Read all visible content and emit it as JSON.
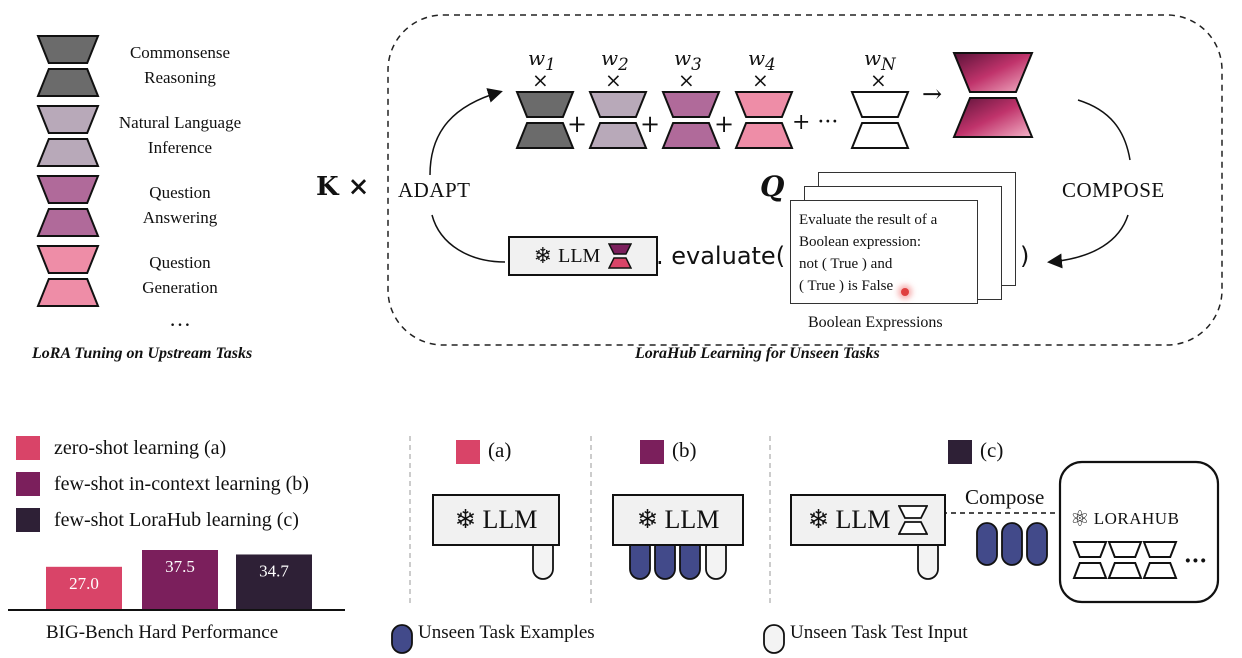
{
  "top_left": {
    "tasks": [
      {
        "label_1": "Commonsense",
        "label_2": "Reasoning",
        "color": "#6b6b6b"
      },
      {
        "label_1": "Natural Language",
        "label_2": "Inference",
        "color": "#b8a9b9"
      },
      {
        "label_1": "Question",
        "label_2": "Answering",
        "color": "#b06a9a"
      },
      {
        "label_1": "Question",
        "label_2": "Generation",
        "color": "#ee8da7"
      }
    ],
    "ellipsis": "…",
    "caption": "LoRA Tuning on Upstream Tasks"
  },
  "loop": {
    "k_times": "K ×",
    "adapt": "ADAPT",
    "compose": "COMPOSE",
    "weights": [
      "w1",
      "w2",
      "w3",
      "w4",
      "wN"
    ],
    "times": "×",
    "plus": "+",
    "dots": "+ ···",
    "arrow": "→",
    "q_symbol": "Q",
    "llm": "LLM",
    "evaluate": ". evaluate(",
    "close_paren": ")",
    "card_text": [
      "Evaluate the result of a",
      "Boolean expression:",
      "not ( True ) and",
      "( True ) is False"
    ],
    "card_caption": "Boolean Expressions",
    "caption": "LoraHub Learning for Unseen Tasks"
  },
  "legend": {
    "items": [
      {
        "label": "zero-shot learning (a)",
        "color": "#d94468"
      },
      {
        "label": "few-shot in-context learning (b)",
        "color": "#7b1f5c"
      },
      {
        "label": "few-shot LoraHub learning (c)",
        "color": "#2e2036"
      }
    ]
  },
  "chart_data": {
    "type": "bar",
    "categories": [
      "(a)",
      "(b)",
      "(c)"
    ],
    "values": [
      27.0,
      37.5,
      34.7
    ],
    "labels": [
      "27.0",
      "37.5",
      "34.7"
    ],
    "colors": [
      "#d94468",
      "#7b1f5c",
      "#2e2036"
    ],
    "xlabel": "BIG-Bench Hard Performance"
  },
  "panels": {
    "a_label": "(a)",
    "b_label": "(b)",
    "c_label": "(c)",
    "llm": "LLM",
    "compose": "Compose",
    "lorahub": "LORAHUB",
    "dots": "···"
  },
  "bottom_legend": {
    "examples": "Unseen Task Examples",
    "test_input": "Unseen Task Test Input"
  }
}
